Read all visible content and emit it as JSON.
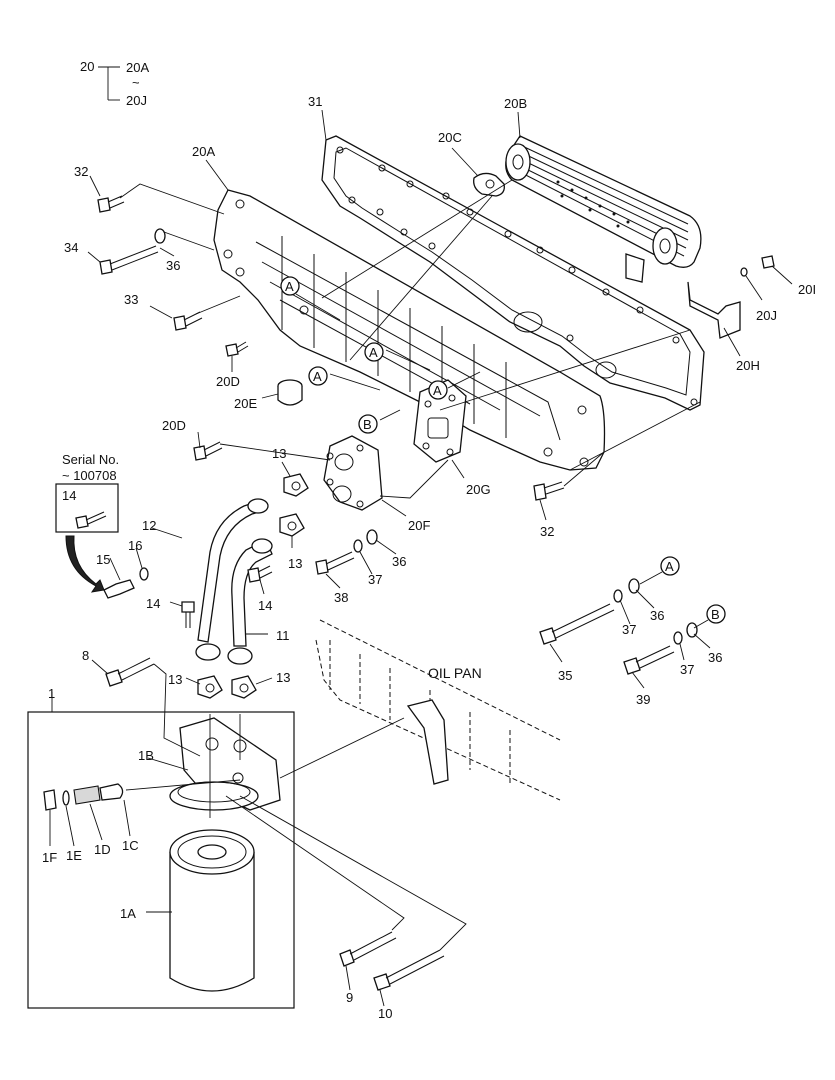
{
  "assembly": {
    "root": "20",
    "range_start": "20A",
    "tilde": "~",
    "range_end": "20J"
  },
  "serial_note": {
    "line1": "Serial No.",
    "line2": "~ 100708",
    "part": "14"
  },
  "oil_pan_label": "OIL PAN",
  "ref_markers": {
    "a": "A",
    "b": "B"
  },
  "labels": {
    "p31": "31",
    "p20B": "20B",
    "p20C": "20C",
    "p20A": "20A",
    "p32a": "32",
    "p34": "34",
    "p36a": "36",
    "p33": "33",
    "p20I": "20I",
    "p20J": "20J",
    "p20H": "20H",
    "p20Da": "20D",
    "p20E": "20E",
    "p20Db": "20D",
    "p13a": "13",
    "p20G": "20G",
    "p32b": "32",
    "p12": "12",
    "p16": "16",
    "p20F": "20F",
    "p13b": "13",
    "p36b": "36",
    "p37a": "37",
    "p15": "15",
    "p38": "38",
    "p14a": "14",
    "p14b": "14",
    "p11": "11",
    "p36c": "36",
    "p37b": "37",
    "p36d": "36",
    "p37c": "37",
    "p35": "35",
    "p8": "8",
    "p39": "39",
    "p13c": "13",
    "p13d": "13",
    "p1": "1",
    "p1B": "1B",
    "p1F": "1F",
    "p1E": "1E",
    "p1D": "1D",
    "p1C": "1C",
    "p1A": "1A",
    "p9": "9",
    "p10": "10"
  }
}
